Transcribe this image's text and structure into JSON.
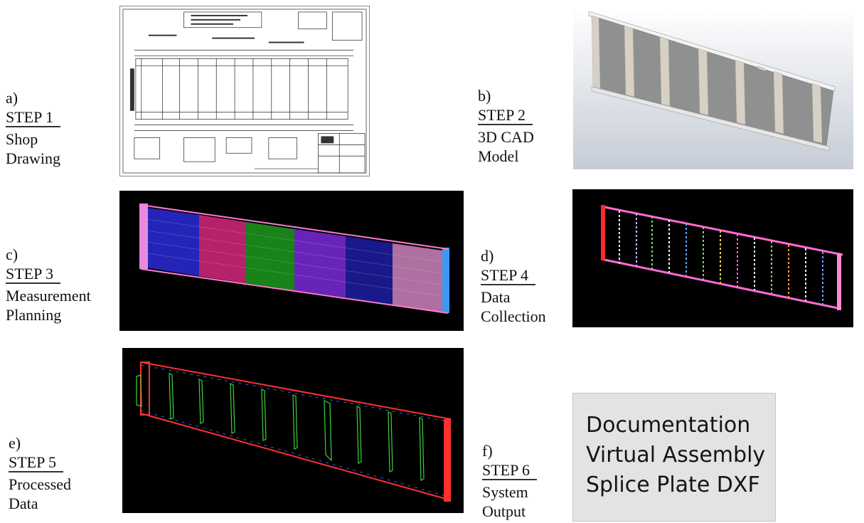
{
  "steps": [
    {
      "letter": "a)",
      "step": "STEP 1",
      "lines": [
        "Shop",
        "Drawing"
      ]
    },
    {
      "letter": "b)",
      "step": "STEP 2",
      "lines": [
        "3D CAD",
        "Model"
      ]
    },
    {
      "letter": "c)",
      "step": "STEP 3",
      "lines": [
        "Measurement",
        "Planning"
      ]
    },
    {
      "letter": "d)",
      "step": "STEP 4",
      "lines": [
        "Data",
        "Collection"
      ]
    },
    {
      "letter": "e)",
      "step": "STEP 5",
      "lines": [
        "Processed",
        "Data"
      ]
    },
    {
      "letter": "f)",
      "step": "STEP 6",
      "lines": [
        "System",
        "Output"
      ]
    }
  ],
  "output_box": {
    "lines": [
      "Documentation",
      "Virtual Assembly",
      "Splice Plate DXF"
    ]
  }
}
